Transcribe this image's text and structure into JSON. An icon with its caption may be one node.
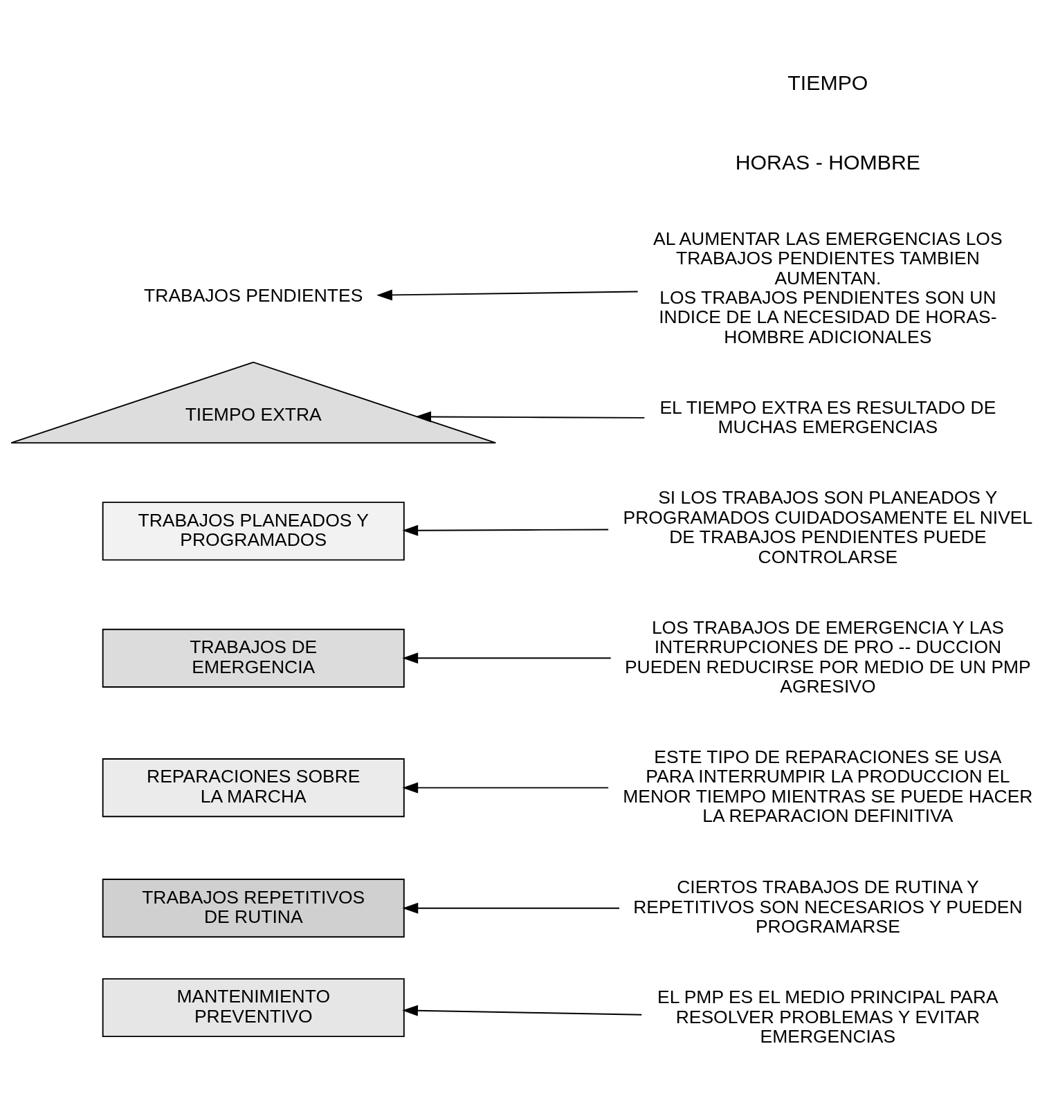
{
  "diagram": {
    "nodes": [
      {
        "text": [
          "TRABAJOS PENDIENTES"
        ]
      },
      {
        "text": [
          "TIEMPO EXTRA"
        ]
      },
      {
        "text": [
          "TRABAJOS PLANEADOS Y PROGRAMADOS"
        ]
      },
      {
        "text": [
          "TRABAJOS DE EMERGENCIA"
        ]
      },
      {
        "text": [
          "REPARACIONES SOBRE LA MARCHA"
        ]
      },
      {
        "text": [
          "TRABAJOS REPETITIVOS DE RUTINA"
        ]
      },
      {
        "text": [
          "MANTENIMIENTO PREVENTIVO"
        ]
      },
      {
        "text": [
          "AL AUMENTAR LAS EMERGENCIAS LOS TRABAJOS PENDIENTES TAMBIEN AUMENTAN.",
          "LOS TRABAJOS PENDIENTES SON UN INDICE DE LA NECESIDAD DE HORAS-HOMBRE ADICIONALES"
        ]
      },
      {
        "text": [
          "EL TIEMPO EXTRA ES RESULTADO DE MUCHAS EMERGENCIAS"
        ]
      },
      {
        "text": [
          "SI LOS TRABAJOS SON PLANEADOS Y PROGRAMADOS CUIDADOSAMENTE EL NIVEL DE TRABAJOS PENDIENTES PUEDE CONTROLARSE"
        ]
      },
      {
        "text": [
          "LOS TRABAJOS DE EMERGENCIA Y LAS INTERRUPCIONES DE PRO -- DUCCION PUEDEN REDUCIRSE POR MEDIO DE UN PMP AGRESIVO"
        ]
      },
      {
        "text": [
          "ESTE TIPO DE REPARACIONES SE USA PARA INTERRUMPIR LA PRODUCCION EL MENOR TIEMPO MIENTRAS SE PUEDE HACER LA REPARACION DEFINITIVA"
        ]
      },
      {
        "text": [
          "CIERTOS TRABAJOS DE RUTINA Y REPETITIVOS SON NECESARIOS Y PUEDEN PROGRAMARSE"
        ]
      },
      {
        "text": [
          "EL PMP ES EL MEDIO PRINCIPAL PARA RESOLVER PROBLEMAS Y EVITAR EMERGENCIAS"
        ]
      }
    ],
    "edges": [
      {
        "from": 7,
        "to": 0,
        "arrow": "to"
      },
      {
        "from": 8,
        "to": 1,
        "arrow": "to"
      },
      {
        "from": 9,
        "to": 2,
        "arrow": "to"
      },
      {
        "from": 10,
        "to": 3,
        "arrow": "to"
      },
      {
        "from": 11,
        "to": 4,
        "arrow": "to"
      },
      {
        "from": 12,
        "to": 5,
        "arrow": "to"
      },
      {
        "from": 13,
        "to": 6,
        "arrow": "to"
      }
    ],
    "labels": [
      "HORAS - HOMBRE",
      "TIEMPO"
    ]
  }
}
